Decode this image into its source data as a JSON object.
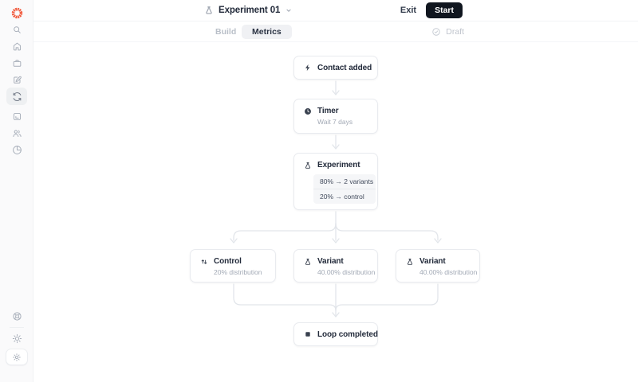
{
  "header": {
    "title": "Experiment 01",
    "exit_label": "Exit",
    "start_label": "Start"
  },
  "tabs": {
    "build_label": "Build",
    "metrics_label": "Metrics",
    "status_label": "Draft"
  },
  "sidebar": {
    "nav_icons": [
      "app-logo",
      "search",
      "home",
      "projects",
      "compose",
      "workflows",
      "pages",
      "people",
      "analytics"
    ],
    "bottom_icons": [
      "help",
      "theme",
      "settings"
    ],
    "active_item": "workflows"
  },
  "flow": {
    "nodes": {
      "contact_added": {
        "label": "Contact added",
        "icon": "zap"
      },
      "timer": {
        "label": "Timer",
        "subtitle": "Wait 7 days",
        "icon": "clock"
      },
      "experiment": {
        "label": "Experiment",
        "icon": "flask",
        "rows": [
          "80% → 2 variants",
          "20% → control"
        ]
      },
      "control": {
        "label": "Control",
        "subtitle": "20% distribution",
        "icon": "arrows-up-down"
      },
      "variant_1": {
        "label": "Variant",
        "subtitle": "40.00% distribution",
        "icon": "flask"
      },
      "variant_2": {
        "label": "Variant",
        "subtitle": "40.00% distribution",
        "icon": "flask"
      },
      "loop_completed": {
        "label": "Loop completed",
        "icon": "stop-square"
      }
    }
  },
  "colors": {
    "accent_orange": "#f15b3e",
    "start_button_bg": "#10161f",
    "node_border": "#e9ebef",
    "connector": "#e2e5ea",
    "text_primary": "#232b3b",
    "text_muted": "#a2a9b5"
  }
}
